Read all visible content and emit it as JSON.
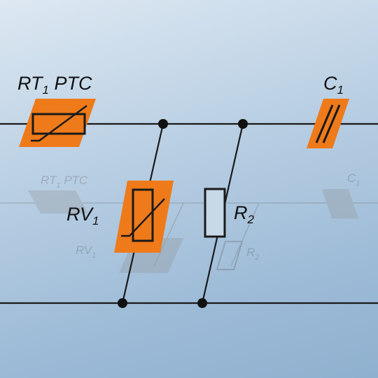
{
  "colors": {
    "wire": "#1a1a1a",
    "highlight": "#ef7a1a",
    "ghost_fill": "#8d8d8d"
  },
  "labels": {
    "rt1": {
      "main": "RT",
      "sub": "1",
      "suffix": " PTC"
    },
    "c1": {
      "main": "C",
      "sub": "1"
    },
    "rv1": {
      "main": "RV",
      "sub": "1"
    },
    "r2": {
      "main": "R",
      "sub": "2"
    }
  },
  "components": [
    "ptc-thermistor-icon",
    "capacitor-icon",
    "varistor-icon",
    "resistor-icon"
  ]
}
